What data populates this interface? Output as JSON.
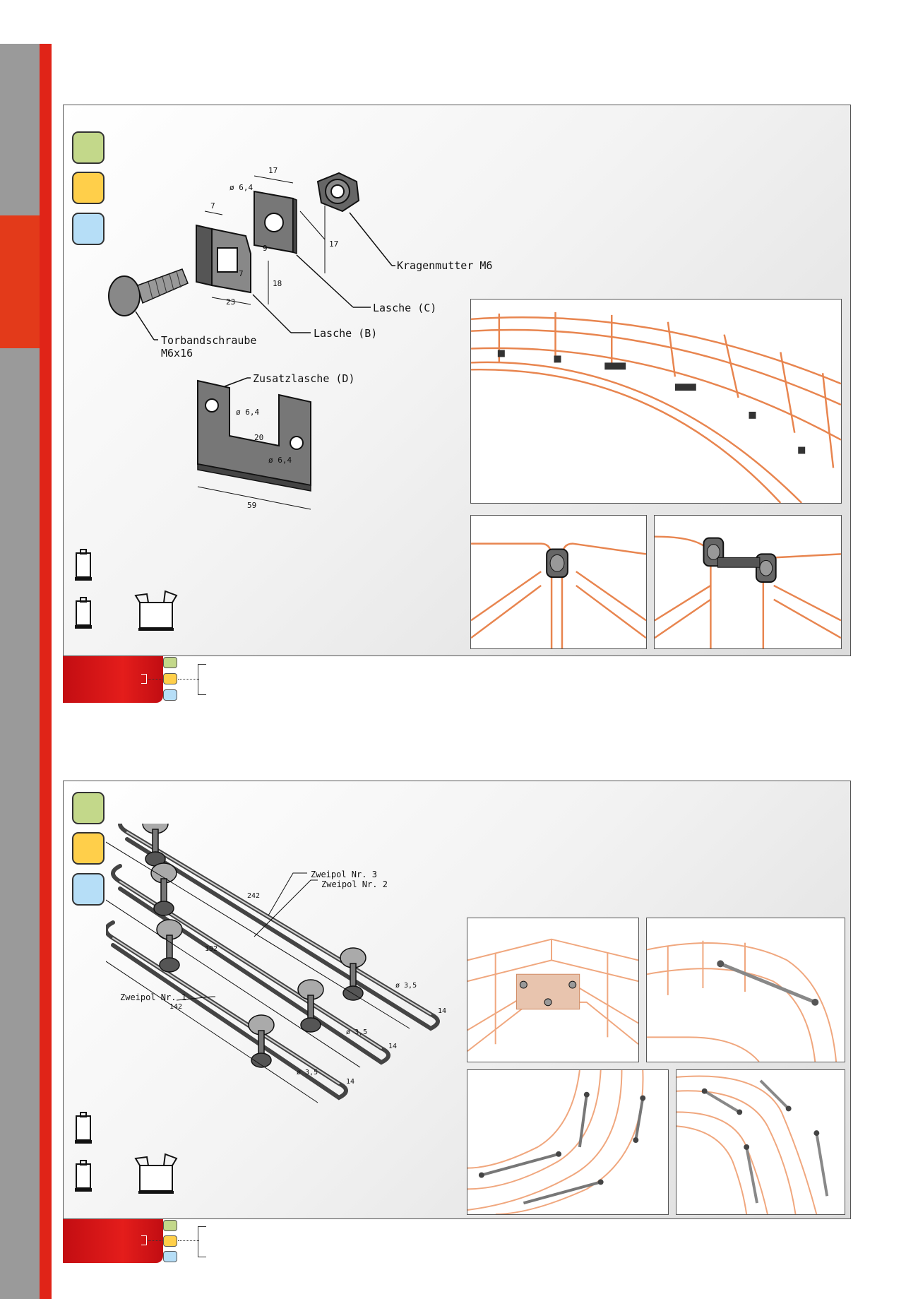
{
  "sections": [
    {
      "labels": {
        "collar_nut": "Kragenmutter M6",
        "tab_c": "Lasche (C)",
        "tab_b": "Lasche (B)",
        "bolt_line1": "Torbandschraube",
        "bolt_line2": "M6x16",
        "extra_tab": "Zusatzlasche (D)"
      },
      "dimensions": [
        "17",
        "ø 6,4",
        "7",
        "9",
        "17",
        "18",
        "23",
        "7",
        "ø 6,4",
        "20",
        "ø 6,4",
        "59"
      ]
    },
    {
      "labels": {
        "zweipol_3": "Zweipol Nr. 3",
        "zweipol_2": "Zweipol Nr. 2",
        "zweipol_1": "Zweipol Nr. 1"
      },
      "dimensions": [
        "242",
        "192",
        "142",
        "ø 3,5",
        "ø 3,5",
        "ø 3,5",
        "14",
        "14",
        "14"
      ]
    }
  ],
  "colors": {
    "accent_red": "#e02418",
    "side_grey": "#9a9a9a",
    "swatch_green": "#c3d88a",
    "swatch_yellow": "#ffcf4a",
    "swatch_blue": "#b6def7",
    "tray_orange": "#e8854f"
  },
  "icons": [
    "bag-icon",
    "bag-icon",
    "carton-box-icon"
  ]
}
